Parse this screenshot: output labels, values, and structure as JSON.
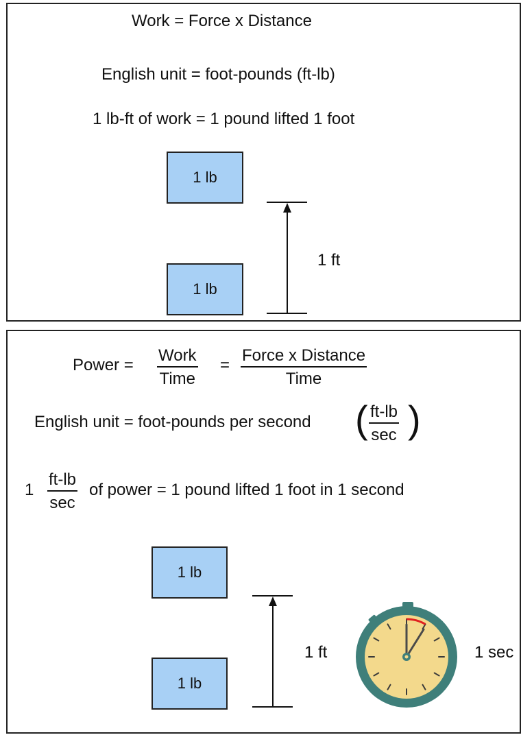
{
  "work_panel": {
    "formula": "Work = Force x Distance",
    "unit": "English unit = foot-pounds (ft-lb)",
    "definition": "1 lb-ft of work = 1 pound lifted 1 foot",
    "box_top_label": "1 lb",
    "box_bottom_label": "1 lb",
    "height_label": "1 ft"
  },
  "power_panel": {
    "power_label": "Power =",
    "work_num": "Work",
    "work_den": "Time",
    "equals": "=",
    "fd_num": "Force x Distance",
    "fd_den": "Time",
    "unit_text": "English unit = foot-pounds per second",
    "unit_num": "ft-lb",
    "unit_den": "sec",
    "def_one": "1",
    "def_num": "ft-lb",
    "def_den": "sec",
    "def_text": "of power = 1 pound lifted 1 foot in 1 second",
    "box_top_label": "1 lb",
    "box_bottom_label": "1 lb",
    "height_label": "1 ft",
    "time_label": "1 sec"
  },
  "colors": {
    "box_fill": "#a8d0f5",
    "stopwatch_rim": "#3f7f7a",
    "stopwatch_face": "#f3d98c",
    "second_hand_accent": "#e02020"
  },
  "icons": [
    "stopwatch-icon",
    "arrow-up-icon"
  ]
}
